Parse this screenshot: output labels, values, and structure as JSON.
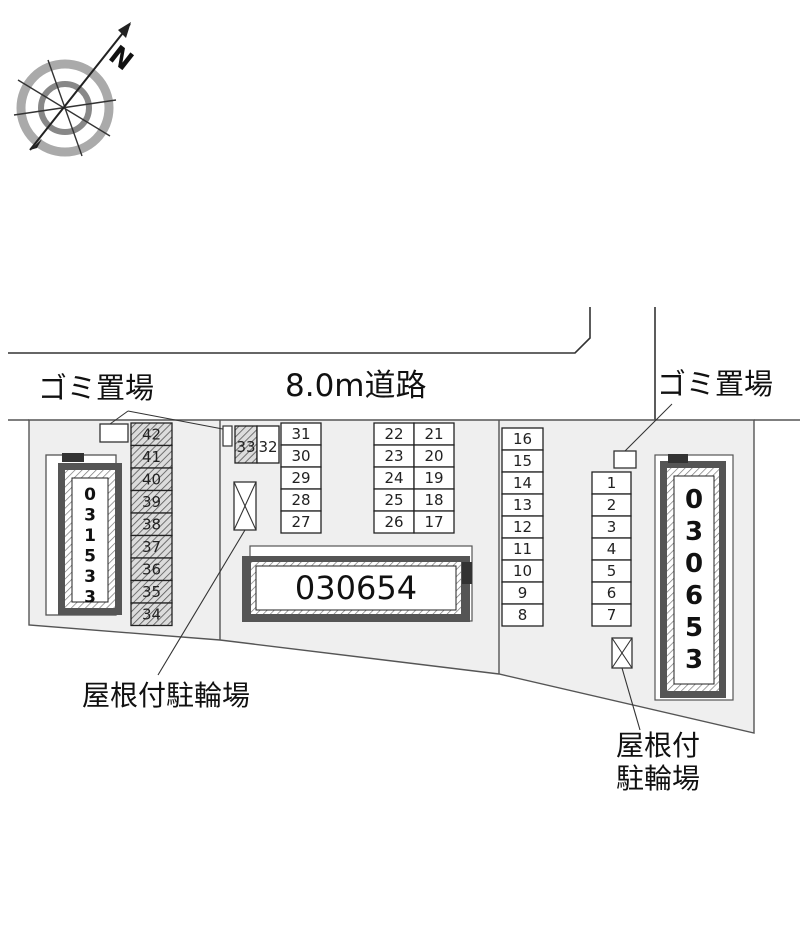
{
  "road": {
    "label": "8.0m道路"
  },
  "garbage_left": {
    "label": "ゴミ置場"
  },
  "garbage_right": {
    "label": "ゴミ置場"
  },
  "bike_center": {
    "label": "屋根付駐輪場"
  },
  "bike_right": {
    "line1": "屋根付",
    "line2": "駐輪場"
  },
  "compass": {
    "letter": "N"
  },
  "buildings": {
    "left": "031533",
    "center": "030654",
    "right": "030653"
  },
  "parking": {
    "left_column": [
      "42",
      "41",
      "40",
      "39",
      "38",
      "37",
      "36",
      "35",
      "34"
    ],
    "col_33_32": [
      "33",
      "32"
    ],
    "col_31_27": [
      "31",
      "30",
      "29",
      "28",
      "27"
    ],
    "col_22_26": [
      "22",
      "23",
      "24",
      "25",
      "26"
    ],
    "col_21_17": [
      "21",
      "20",
      "19",
      "18",
      "17"
    ],
    "col_16_8": [
      "16",
      "15",
      "14",
      "13",
      "12",
      "11",
      "10",
      "9",
      "8"
    ],
    "col_1_7": [
      "1",
      "2",
      "3",
      "4",
      "5",
      "6",
      "7"
    ]
  }
}
